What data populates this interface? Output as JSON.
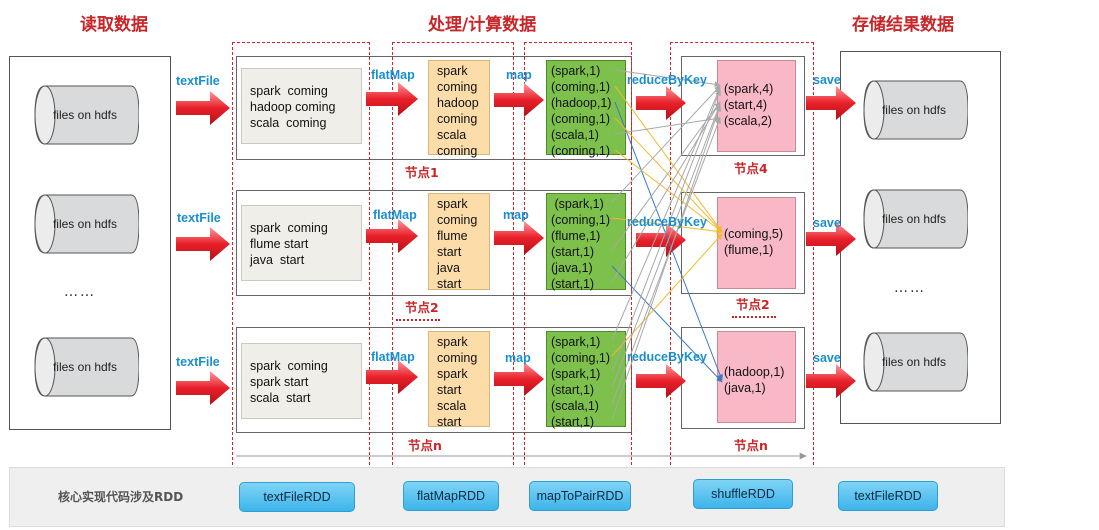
{
  "headers": {
    "read": "读取数据",
    "process": "处理/计算数据",
    "store": "存储结果数据"
  },
  "source_files": [
    "files  on hdfs",
    "files  on hdfs",
    "files  on hdfs"
  ],
  "target_files": [
    "files  on hdfs",
    "files  on hdfs",
    "files  on hdfs"
  ],
  "ellipsis_left": "……",
  "ellipsis_right": "……",
  "rows": [
    {
      "input_label": "textFile",
      "lines": [
        "spark  coming",
        "hadoop coming",
        "scala  coming"
      ],
      "flatmap_label": "flatMap",
      "words": [
        "spark",
        "coming",
        "hadoop",
        "coming",
        "scala",
        "coming"
      ],
      "map_label": "map",
      "pairs": [
        "(spark,1)",
        "(coming,1)",
        "(hadoop,1)",
        "(coming,1)",
        "(scala,1)",
        "(coming,1)"
      ],
      "node": "节点1",
      "reduce_label": "reduceByKey",
      "reduced": [
        "(spark,4)",
        "(start,4)",
        "(scala,2)"
      ],
      "reduce_node": "节点4",
      "save_label": "save"
    },
    {
      "input_label": "textFile",
      "lines": [
        "spark  coming",
        "flume start",
        "java  start"
      ],
      "flatmap_label": "flatMap",
      "words": [
        "spark",
        "coming",
        "flume",
        "start",
        "java",
        "start"
      ],
      "map_label": "map",
      "pairs": [
        " (spark,1)",
        "(coming,1)",
        "(flume,1)",
        "(start,1)",
        "(java,1)",
        "(start,1)"
      ],
      "node": "节点2",
      "reduce_label": "reduceByKey",
      "reduced": [
        "(coming,5)",
        "(flume,1)"
      ],
      "reduce_node": "节点2",
      "save_label": "save"
    },
    {
      "input_label": "textFile",
      "lines": [
        "spark  coming",
        "spark start",
        "scala  start"
      ],
      "flatmap_label": "flatMap",
      "words": [
        "spark",
        "coming",
        "spark",
        "start",
        "scala",
        "start"
      ],
      "map_label": "map",
      "pairs": [
        "(spark,1)",
        "(coming,1)",
        "(spark,1)",
        "(start,1)",
        "(scala,1)",
        "(start,1)"
      ],
      "node": "节点n",
      "reduce_label": "reduceByKey",
      "reduced": [
        "(hadoop,1)",
        "(java,1)"
      ],
      "reduce_node": "节点n",
      "save_label": "save"
    }
  ],
  "rdd_caption": "核心实现代码涉及RDD",
  "rdds": [
    "textFileRDD",
    "flatMapRDD",
    "mapToPairRDD",
    "shuffleRDD",
    "textFileRDD"
  ],
  "colors": {
    "header": "#c8272a",
    "op_label": "#1a8fd0",
    "lines_box": "#efeee8",
    "words_box": "#fcdca8",
    "pairs_box": "#7dc14c",
    "reduced_box": "#f8b8c6",
    "arrow": "#e8303a",
    "shuffle_lines": [
      "#f1b92c",
      "#a8a8a8",
      "#3a78c8"
    ]
  }
}
